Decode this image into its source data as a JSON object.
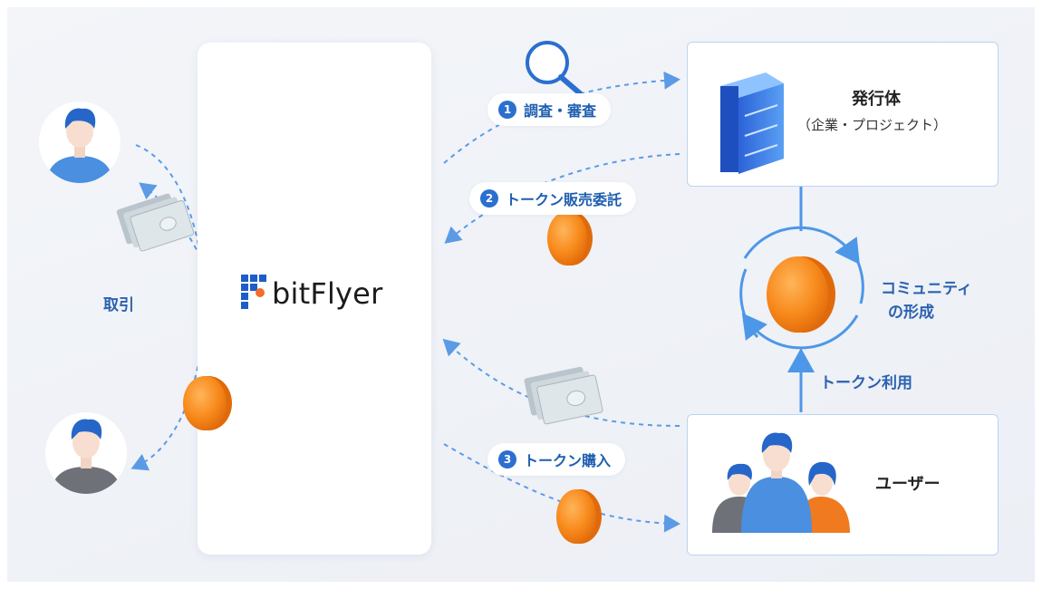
{
  "platform": {
    "name": "bitFlyer"
  },
  "left": {
    "trade_label": "取引"
  },
  "steps": {
    "step1": {
      "number": "1",
      "label": "調査・審査"
    },
    "step2": {
      "number": "2",
      "label": "トークン販売委託"
    },
    "step3": {
      "number": "3",
      "label": "トークン購入"
    }
  },
  "issuer": {
    "title": "発行体",
    "subtitle": "（企業・プロジェクト）"
  },
  "community": {
    "line1": "コミュニティ",
    "line2": "の形成"
  },
  "token_use": "トークン利用",
  "users": {
    "title": "ユーザー"
  },
  "colors": {
    "accent": "#2b6fcf",
    "coin": "#f7891b",
    "dash": "#5b9be6"
  }
}
